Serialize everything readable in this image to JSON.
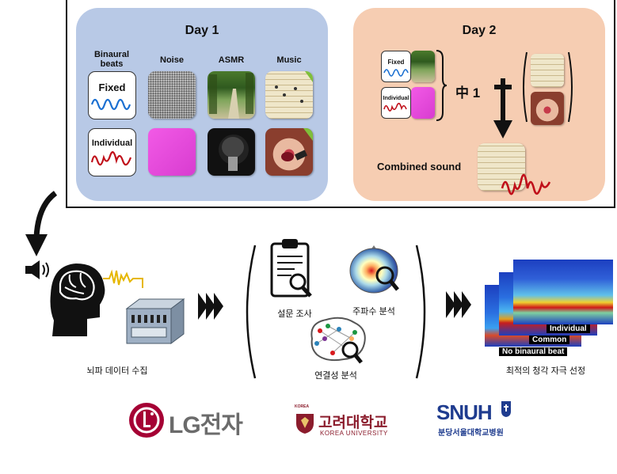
{
  "day1": {
    "title": "Day 1",
    "headers": {
      "binaural": "Binaural\nbeats",
      "noise": "Noise",
      "asmr": "ASMR",
      "music": "Music"
    },
    "wave_labels": {
      "fixed": "Fixed",
      "individual": "Individual"
    }
  },
  "day2": {
    "title": "Day 2",
    "wave_labels": {
      "fixed": "Fixed",
      "individual": "Individual"
    },
    "choose_text": "中 1",
    "combined_label": "Combined sound"
  },
  "pipeline": {
    "collect_label": "뇌파 데이터 수집",
    "survey_label": "설문 조사",
    "freq_label": "주파수 분석",
    "conn_label": "연결성 분석",
    "select_label": "최적의 청각 자극 선정",
    "spectro_labels": {
      "individual": "Individual",
      "common": "Common",
      "none": "No binaural beat"
    }
  },
  "logos": {
    "lg": "LG전자",
    "korea_kr": "고려대학교",
    "korea_en": "KOREA UNIVERSITY",
    "korea_badge": "KOREA",
    "snuh": "SNUH",
    "snuh_kr": "분당서울대학교병원"
  },
  "colors": {
    "day1_bg": "#b8c9e6",
    "day2_bg": "#f6cdb2",
    "fixed_wave": "#1a6fd1",
    "individual_wave": "#c0101a",
    "lg_red": "#a50034",
    "korea_crimson": "#8b1c2c",
    "snuh_blue": "#1f3c8f"
  }
}
